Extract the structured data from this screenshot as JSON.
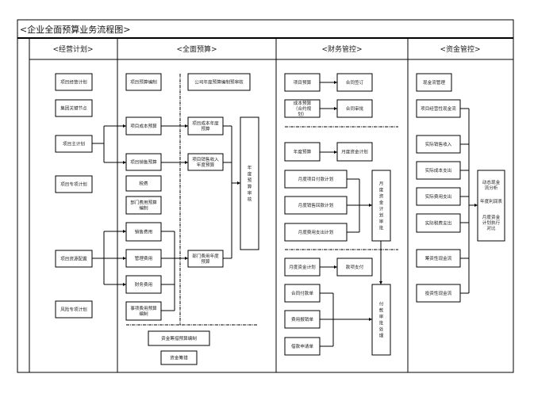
{
  "title": "<企业全面预算业务流程图>",
  "columns": [
    "<经营计划>",
    "<全面预算>",
    "<财务管控>",
    "<资金管控>"
  ],
  "plan": {
    "project_operation_plan": "项目经营计划",
    "group_key_nodes": "集团关键节点",
    "project_master_plan": "项目主计划",
    "project_special_plan": "项目专项计划",
    "project_resource_allocation": "项目资源配置",
    "risk_special_plan": "风险专项计划"
  },
  "budget": {
    "project_budget_compile": "项目预算编制",
    "project_cost_budget": "项目成本预算",
    "project_sales_budget": "项目销售预算",
    "taxes": "税费",
    "dept_expense_budget_compile": "部门费用预算编制",
    "sales_expense": "销售费用",
    "admin_expense": "管理费用",
    "finance_expense": "财务费用",
    "item_expense_budget_compile": "事项费用预算编制",
    "company_annual_budget_review": "公司年度预算编制预审核",
    "project_cost_annual_budget": "项目成本年度预算",
    "project_sales_income_annual_budget": "项目销售收入年度预算",
    "dept_expense_annual_budget": "部门费用年度预算",
    "annual_budget_review": "年度预算审核",
    "fund_raising_budget_compile": "资金筹措预算编制",
    "fund_raising": "资金筹措"
  },
  "finance": {
    "project_budget": "项目预算",
    "contract_signing": "合同签订",
    "cost_budget": "成本预算（合约规划）",
    "contract_approval": "合同审批",
    "annual_budget": "年度预算",
    "monthly_fund_plan": "月度资金计划",
    "monthly_project_payment_plan": "月度项目付款计划",
    "monthly_sales_collection_plan": "月度销售回款计划",
    "monthly_expense_plan": "月度费用支出计划",
    "monthly_fund_plan_approval": "月度资金计划审批",
    "monthly_fund_plan_2": "月度资金计划",
    "payment": "款项支付",
    "contract_payment_form": "合同付款单",
    "expense_reimbursement_form": "费用报销单",
    "loan_application_form": "借款申请单",
    "payment_approval_processing": "付款审批处理"
  },
  "fund": {
    "cash_flow_management": "现金流管理",
    "project_operating_cash_flow": "项目经营性现金流",
    "actual_sales_income": "实际销售收入",
    "actual_cost_expenditure": "实际成本支出",
    "actual_expense_expenditure": "实际费用支出",
    "actual_tax_expenditure": "实际税费支出",
    "financing_cash_flow": "筹资性现金流",
    "investing_cash_flow": "投资性现金流",
    "analysis": {
      "line1": "动态现金流分析",
      "line2": "年度利润表",
      "line3": "月度资金计划执行对比"
    }
  }
}
